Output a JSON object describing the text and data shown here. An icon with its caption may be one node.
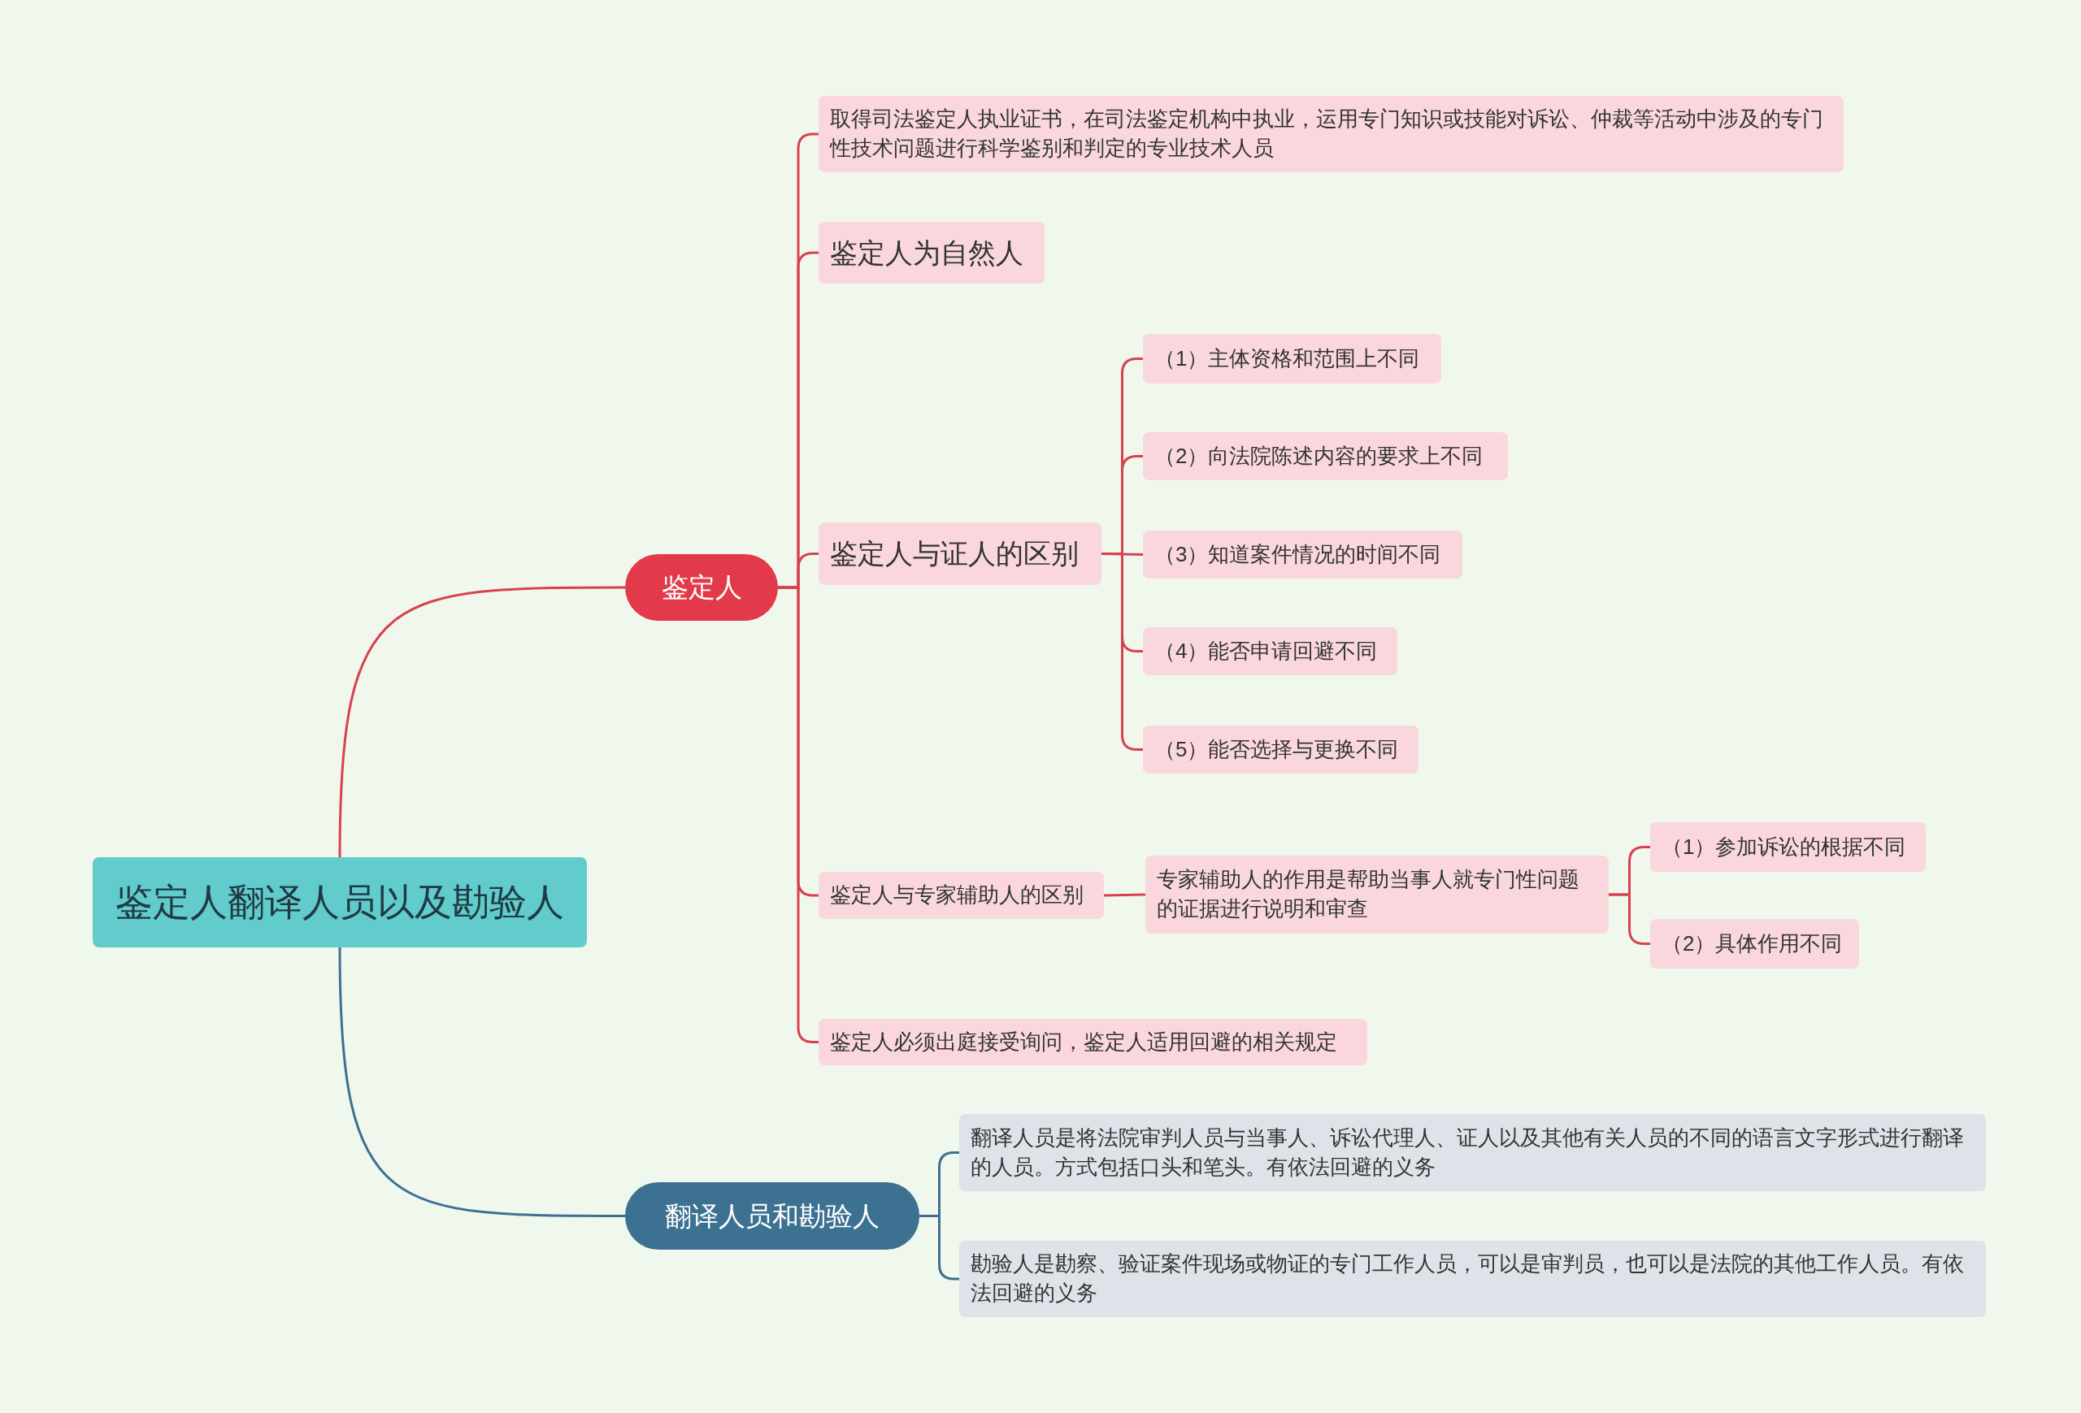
{
  "diagram": {
    "nodes": [
      {
        "text": [
          "鉴定人翻译人员以及勘验人"
        ]
      },
      {
        "text": [
          "鉴定人"
        ]
      },
      {
        "text": [
          "取得司法鉴定人执业证书，在司法鉴定机构中执业，运用专门知识或技能对诉讼、仲裁等活动中涉及的专门性技术问题进行科学鉴别和判定的专业技术人员"
        ]
      },
      {
        "text": [
          "鉴定人为自然人"
        ]
      },
      {
        "text": [
          "鉴定人与证人的区别"
        ]
      },
      {
        "text": [
          "（1）主体资格和范围上不同"
        ]
      },
      {
        "text": [
          "（2）向法院陈述内容的要求上不同"
        ]
      },
      {
        "text": [
          "（3）知道案件情况的时间不同"
        ]
      },
      {
        "text": [
          "（4）能否申请回避不同"
        ]
      },
      {
        "text": [
          "（5）能否选择与更换不同"
        ]
      },
      {
        "text": [
          "鉴定人与专家辅助人的区别"
        ]
      },
      {
        "text": [
          "专家辅助人的作用是帮助当事人就专门性问题的证据进行说明和审查"
        ]
      },
      {
        "text": [
          "（1）参加诉讼的根据不同"
        ]
      },
      {
        "text": [
          "（2）具体作用不同"
        ]
      },
      {
        "text": [
          "鉴定人必须出庭接受询问，鉴定人适用回避的相关规定"
        ]
      },
      {
        "text": [
          "翻译人员和勘验人"
        ]
      },
      {
        "text": [
          "翻译人员是将法院审判人员与当事人、诉讼代理人、证人以及其他有关人员的不同的语言文字形式进行翻译的人员。方式包括口头和笔头。有依法回避的义务"
        ]
      },
      {
        "text": [
          "勘验人是勘察、验证案件现场或物证的专门工作人员，可以是审判员，也可以是法院的其他工作人员。有依法回避的义务"
        ]
      }
    ],
    "edges": [
      {
        "from": 0,
        "to": 1,
        "arrow": "none"
      },
      {
        "from": 0,
        "to": 15,
        "arrow": "none",
        "color": "#3f6f94"
      },
      {
        "from": 1,
        "to": 2,
        "arrow": "none"
      },
      {
        "from": 1,
        "to": 3,
        "arrow": "none"
      },
      {
        "from": 1,
        "to": 4,
        "arrow": "none"
      },
      {
        "from": 1,
        "to": 10,
        "arrow": "none"
      },
      {
        "from": 1,
        "to": 14,
        "arrow": "none"
      },
      {
        "from": 4,
        "to": 5,
        "arrow": "none"
      },
      {
        "from": 4,
        "to": 6,
        "arrow": "none"
      },
      {
        "from": 4,
        "to": 7,
        "arrow": "none"
      },
      {
        "from": 4,
        "to": 8,
        "arrow": "none"
      },
      {
        "from": 4,
        "to": 9,
        "arrow": "none"
      },
      {
        "from": 10,
        "to": 11,
        "arrow": "none"
      },
      {
        "from": 11,
        "to": 12,
        "arrow": "none"
      },
      {
        "from": 11,
        "to": 13,
        "arrow": "none"
      },
      {
        "from": 15,
        "to": 16,
        "arrow": "none",
        "color": "#3f6f94"
      },
      {
        "from": 15,
        "to": 17,
        "arrow": "none",
        "color": "#3f6f94"
      }
    ]
  }
}
